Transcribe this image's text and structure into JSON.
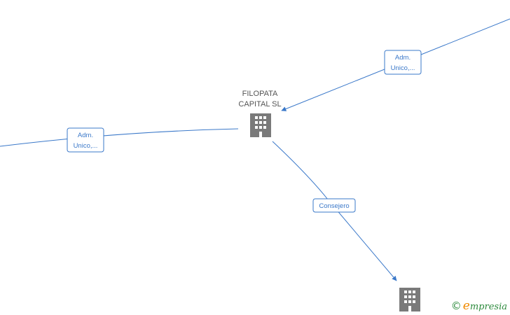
{
  "nodes": [
    {
      "id": "filopata",
      "label_lines": [
        "FILOPATA",
        "CAPITAL  SL"
      ],
      "icon": "building-icon"
    },
    {
      "id": "company-bottom",
      "label_lines": [],
      "icon": "building-icon"
    }
  ],
  "edges": [
    {
      "id": "edge-top-right",
      "label_lines": [
        "Adm.",
        "Unico,..."
      ]
    },
    {
      "id": "edge-left",
      "label_lines": [
        "Adm.",
        "Unico,..."
      ]
    },
    {
      "id": "edge-consejero",
      "label_lines": [
        "Consejero"
      ]
    }
  ],
  "watermark": {
    "copyright_symbol": "©",
    "brand_initial": "e",
    "brand_rest": "mpresia"
  },
  "colors": {
    "edge": "#3a78c9",
    "node_icon": "#7a7a7a",
    "brand_green": "#2c8a3c",
    "brand_orange": "#f08a00"
  }
}
